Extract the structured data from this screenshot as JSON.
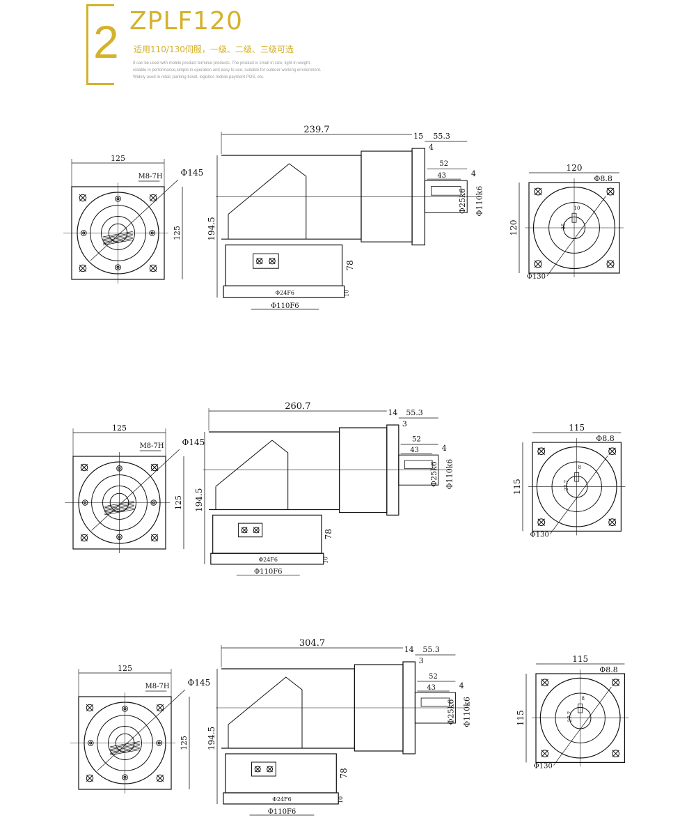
{
  "header": {
    "section_number": "2",
    "model": "ZPLF120",
    "subtitle_cn": "适用110/130伺服，一级、二级、三级可选",
    "description_lines": [
      "It can be used with mobile product terminal products. The product is small in size, light in weight,",
      "reliable in performance,simple in operation and easy to use, suitable for outdoor working environment.",
      "Widely used in retail, parking ticket, logistics mobile payment POS, etc."
    ],
    "accent_color": "#d4b22a"
  },
  "stages": [
    {
      "id": "stage-1",
      "front": {
        "width": "125",
        "height": "125",
        "thread": "M8-7H",
        "pcd": "Φ145"
      },
      "side": {
        "total_length": "239.7",
        "flange_thickness": "15",
        "shaft_length": "55.3",
        "shoulder": "4",
        "key_offset": "4",
        "key_length": "43",
        "shaft_extent": "52",
        "shaft_dia": "Φ25k6",
        "pilot_dia": "Φ110k6",
        "height": "194.5",
        "input_height": "78",
        "input_flange": "10",
        "input_shaft": "Φ24F6",
        "input_pilot": "Φ110F6"
      },
      "end": {
        "width": "120",
        "height": "120",
        "hole": "Φ8.8",
        "pcd": "Φ130",
        "key_width": "10",
        "key_height": "35"
      }
    },
    {
      "id": "stage-2",
      "front": {
        "width": "125",
        "height": "125",
        "thread": "M8-7H",
        "pcd": "Φ145"
      },
      "side": {
        "total_length": "260.7",
        "flange_thickness": "14",
        "shaft_length": "55.3",
        "shoulder": "3",
        "key_offset": "4",
        "key_length": "43",
        "shaft_extent": "52",
        "shaft_dia": "Φ25k6",
        "pilot_dia": "Φ110k6",
        "height": "194.5",
        "input_height": "78",
        "input_flange": "10",
        "input_shaft": "Φ24F6",
        "input_pilot": "Φ110F6"
      },
      "end": {
        "width": "115",
        "height": "115",
        "hole": "Φ8.8",
        "pcd": "Φ130",
        "key_width": "8",
        "key_height": "27.7"
      }
    },
    {
      "id": "stage-3",
      "front": {
        "width": "125",
        "height": "125",
        "thread": "M8-7H",
        "pcd": "Φ145"
      },
      "side": {
        "total_length": "304.7",
        "flange_thickness": "14",
        "shaft_length": "55.3",
        "shoulder": "3",
        "key_offset": "4",
        "key_length": "43",
        "shaft_extent": "52",
        "shaft_dia": "Φ25k6",
        "pilot_dia": "Φ110k6",
        "height": "194.5",
        "input_height": "78",
        "input_flange": "10",
        "input_shaft": "Φ24F6",
        "input_pilot": "Φ110F6"
      },
      "end": {
        "width": "115",
        "height": "115",
        "hole": "Φ8.8",
        "pcd": "Φ130",
        "key_width": "8",
        "key_height": "27.7"
      }
    }
  ]
}
